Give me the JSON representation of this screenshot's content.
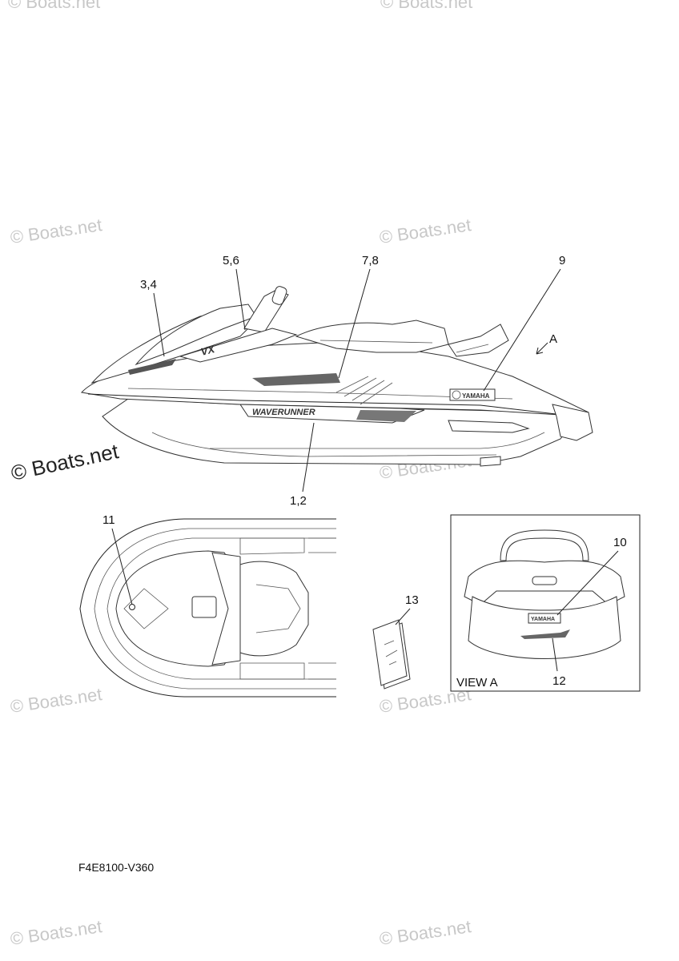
{
  "watermarks": {
    "small": "© Boats.net",
    "large": "© Boats.net"
  },
  "callouts": {
    "c1": "3,4",
    "c2": "5,6",
    "c3": "7,8",
    "c4": "9",
    "c5": "A",
    "c6": "1,2",
    "c7": "11",
    "c8": "13",
    "c9": "10",
    "c10": "12"
  },
  "decals": {
    "vx": "VX",
    "waverunner": "WAVERUNNER",
    "yamaha": "YAMAHA"
  },
  "view_label": "VIEW A",
  "drawing_code": "F4E8100-V360"
}
